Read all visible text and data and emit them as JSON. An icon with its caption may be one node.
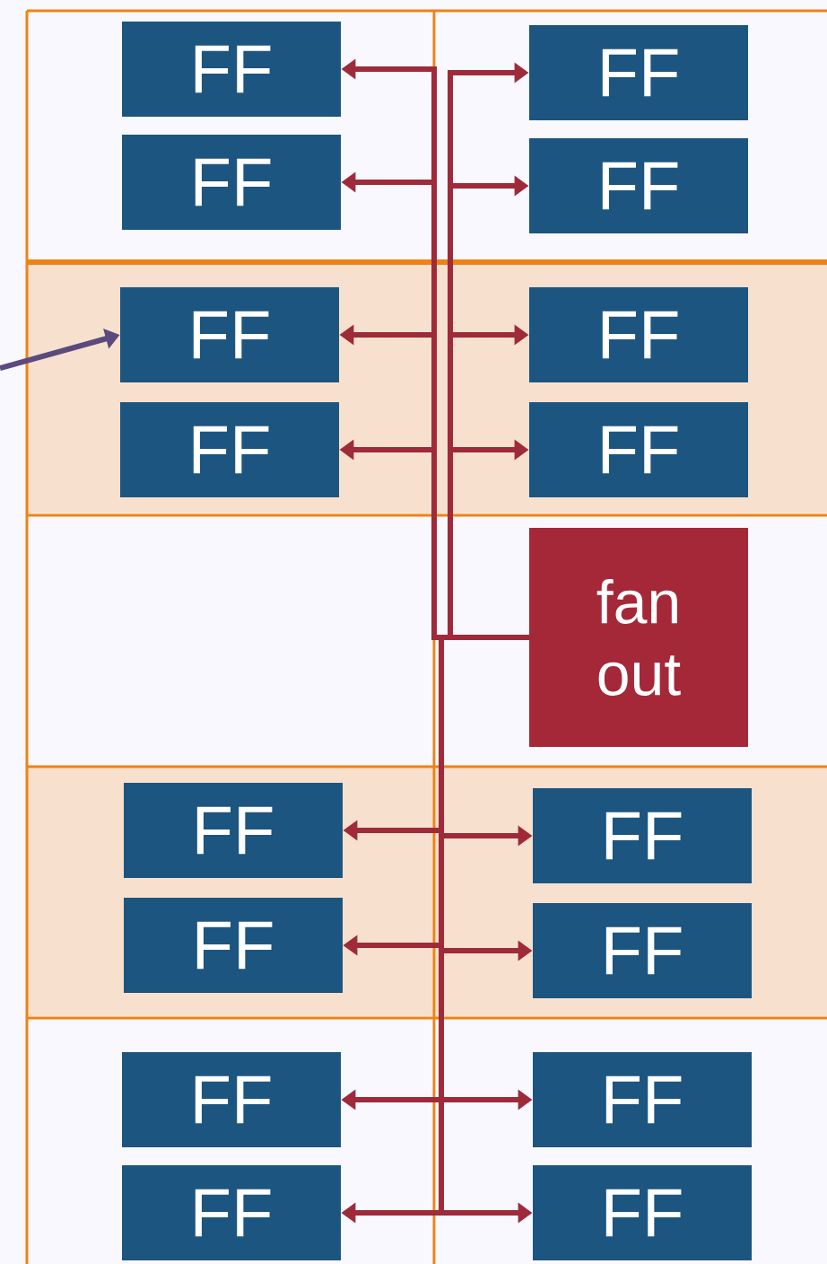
{
  "diagram": {
    "nodes": [
      {
        "text": [
          "FF"
        ]
      },
      {
        "text": [
          "FF"
        ]
      },
      {
        "text": [
          "FF"
        ]
      },
      {
        "text": [
          "FF"
        ]
      },
      {
        "text": [
          "FF"
        ]
      },
      {
        "text": [
          "FF"
        ]
      },
      {
        "text": [
          "FF"
        ]
      },
      {
        "text": [
          "FF"
        ]
      },
      {
        "text": [
          "fan out"
        ]
      },
      {
        "text": [
          "FF"
        ]
      },
      {
        "text": [
          "FF"
        ]
      },
      {
        "text": [
          "FF"
        ]
      },
      {
        "text": [
          "FF"
        ]
      },
      {
        "text": [
          "FF"
        ]
      },
      {
        "text": [
          "FF"
        ]
      },
      {
        "text": [
          "FF"
        ]
      },
      {
        "text": [
          "FF"
        ]
      }
    ],
    "edges": [
      {
        "from": 8,
        "to": 0,
        "arrow": "to"
      },
      {
        "from": 8,
        "to": 1,
        "arrow": "to"
      },
      {
        "from": 8,
        "to": 2,
        "arrow": "to"
      },
      {
        "from": 8,
        "to": 3,
        "arrow": "to"
      },
      {
        "from": 8,
        "to": 4,
        "arrow": "to"
      },
      {
        "from": 8,
        "to": 5,
        "arrow": "to"
      },
      {
        "from": 8,
        "to": 6,
        "arrow": "to"
      },
      {
        "from": 8,
        "to": 7,
        "arrow": "to"
      },
      {
        "from": 8,
        "to": 9,
        "arrow": "to"
      },
      {
        "from": 8,
        "to": 10,
        "arrow": "to"
      },
      {
        "from": 8,
        "to": 11,
        "arrow": "to"
      },
      {
        "from": 8,
        "to": 12,
        "arrow": "to"
      },
      {
        "from": 8,
        "to": 13,
        "arrow": "to"
      },
      {
        "from": 8,
        "to": 14,
        "arrow": "to"
      },
      {
        "from": 8,
        "to": 15,
        "arrow": "to"
      },
      {
        "from": 8,
        "to": 16,
        "arrow": "to"
      },
      {
        "from": null,
        "to": 4,
        "arrow": "to",
        "color": "#5b4a7e"
      }
    ]
  }
}
